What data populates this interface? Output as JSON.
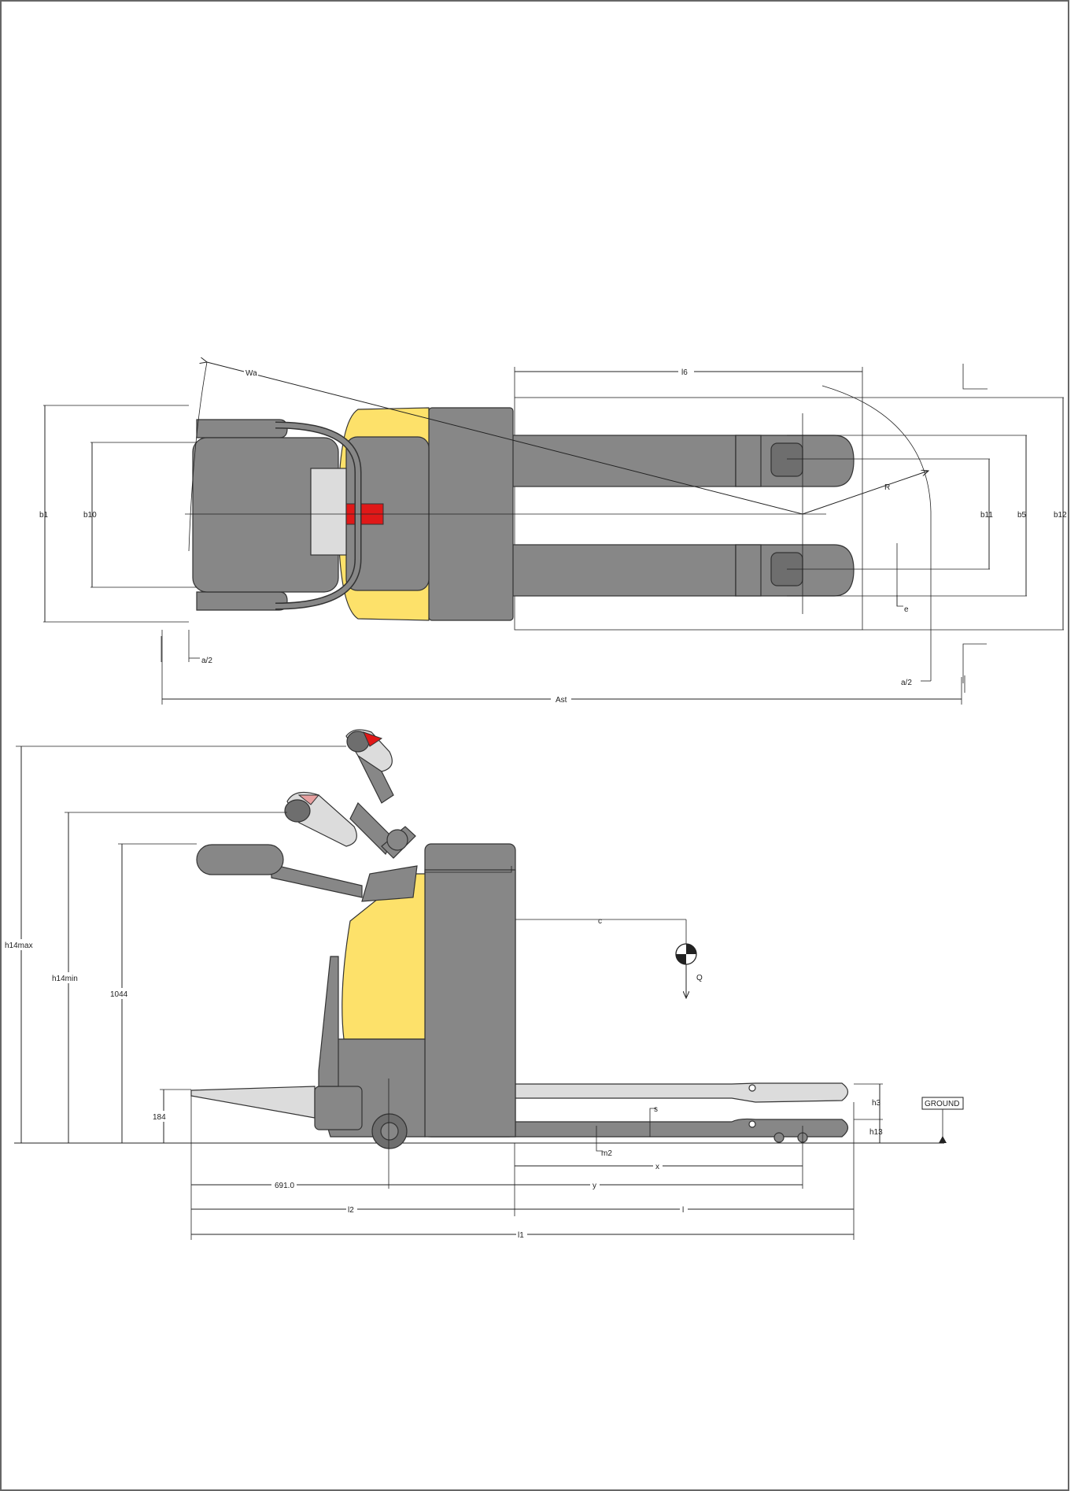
{
  "diagram": {
    "colors": {
      "body": "#878787",
      "accent_yellow": "#fde16a",
      "accent_red": "#e01818",
      "line": "#222222",
      "background": "#ffffff"
    },
    "top_view_labels": {
      "wa": "Wa",
      "l6": "l6",
      "b1": "b1",
      "b10": "b10",
      "b11": "b11",
      "b5": "b5",
      "b12": "b12",
      "r": "R",
      "e": "e",
      "a2_left": "a/2",
      "a2_right": "a/2",
      "ast": "Ast"
    },
    "side_view_labels": {
      "h14max": "h14max",
      "h14min": "h14min",
      "h_1044": "1044",
      "h_184": "184",
      "c": "c",
      "q": "Q",
      "s": "s",
      "m2": "m2",
      "h3": "h3",
      "h13": "h13",
      "ground": "GROUND",
      "x": "x",
      "d_691": "691.0",
      "y": "y",
      "l2": "l2",
      "l": "l",
      "l1": "l1"
    }
  }
}
